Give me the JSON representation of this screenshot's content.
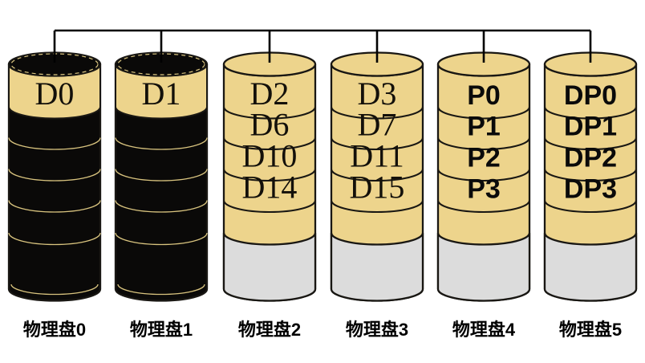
{
  "diagram": {
    "kind": "raid-dp-disk-layout",
    "bus": {
      "name": "controller-bus"
    }
  },
  "colors": {
    "band_yellow": "#EDD48C",
    "unused_gray": "#DCDCDC",
    "disk_black": "#0A0908",
    "outline": "#191713",
    "faint_line": "#D9C47F",
    "bus_line": "#000000",
    "background": "#FFFFFF"
  },
  "disks": [
    {
      "name": "物理盘0",
      "body": "black",
      "unused_bottom": false,
      "font": "serif",
      "segments": [
        "D0"
      ]
    },
    {
      "name": "物理盘1",
      "body": "black",
      "unused_bottom": false,
      "font": "serif",
      "segments": [
        "D1"
      ]
    },
    {
      "name": "物理盘2",
      "body": "yellow",
      "unused_bottom": true,
      "font": "serif",
      "segments": [
        "D2",
        "D6",
        "D10",
        "D14"
      ]
    },
    {
      "name": "物理盘3",
      "body": "yellow",
      "unused_bottom": true,
      "font": "serif",
      "segments": [
        "D3",
        "D7",
        "D11",
        "D15"
      ]
    },
    {
      "name": "物理盘4",
      "body": "yellow",
      "unused_bottom": true,
      "font": "bold-sans",
      "segments": [
        "P0",
        "P1",
        "P2",
        "P3"
      ]
    },
    {
      "name": "物理盘5",
      "body": "yellow",
      "unused_bottom": true,
      "font": "bold-sans",
      "segments": [
        "DP0",
        "DP1",
        "DP2",
        "DP3"
      ]
    }
  ]
}
